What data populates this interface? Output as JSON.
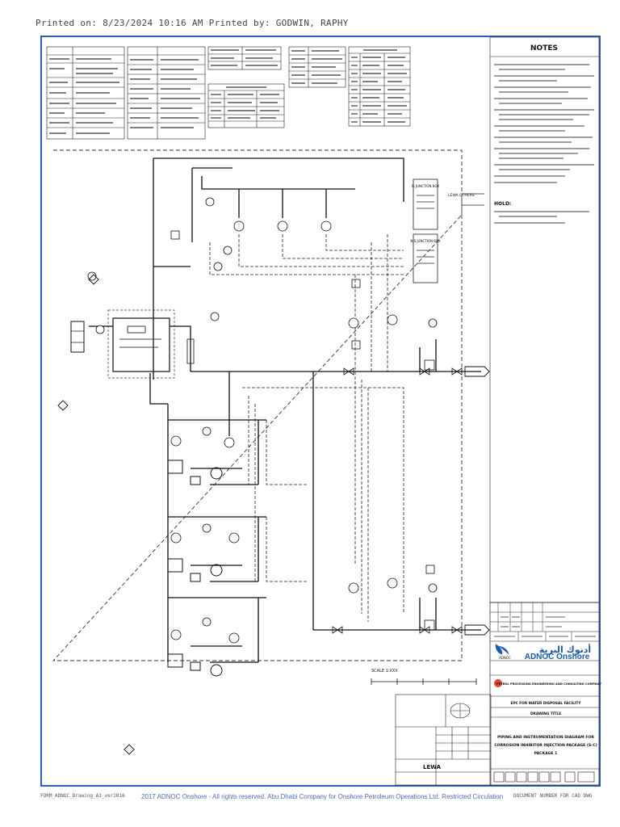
{
  "header": {
    "printed_on_label": "Printed on:",
    "printed_on_value": "8/23/2024 10:16 AM",
    "printed_by_label": "Printed by:",
    "printed_by_value": "GODWIN, RAPHY"
  },
  "notes": {
    "title": "NOTES",
    "hold_title": "HOLD:"
  },
  "labels": {
    "lewa_others": "LEWA   OTHERS",
    "junction_box_1": "IS JUNCTION BOX",
    "junction_box_2": "NIS JUNCTION BOX",
    "scale": "SCALE 1:XXX",
    "lewa": "LEWA"
  },
  "title_block": {
    "company": "ADNOC Onshore",
    "company_arabic": "أدنوك البرية",
    "contractor": "PETROL PROCESSING ENGINEERING AND CONSULTING COMPANY",
    "project_line1": "EPC FOR WATER DISPOSAL FACILITY",
    "project_line2": "DRAWING TITLE",
    "drawing_line1": "PIPING AND INSTRUMENTATION DIAGRAM FOR",
    "drawing_line2": "CORROSION INHIBITOR INJECTION PACKAGE (S-C)",
    "drawing_line3": "PACKAGE 1"
  },
  "footer": {
    "copyright": "2017 ADNOC Onshore - All rights reserved. Abu Dhabi Company for Onshore Petroleum Operations Ltd. Restricted Circulation",
    "left_ref": "FORM_ADNOC_Drawing_A3_ver2016",
    "right_ref": "DOCUMENT NUMBER FOR CAD DWG"
  }
}
